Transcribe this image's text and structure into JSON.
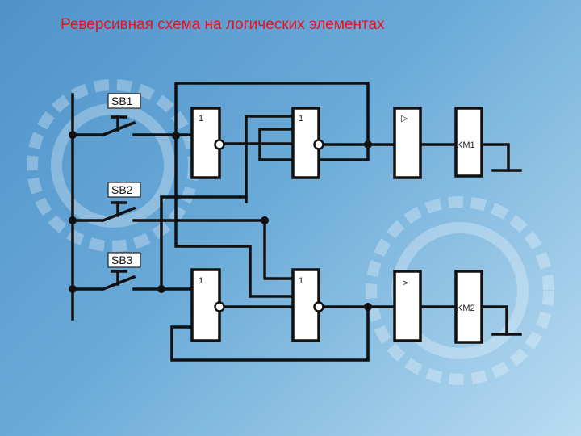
{
  "title": "Реверсивная схема на логических элементах",
  "diagram": {
    "buttons": [
      "SB1",
      "SB2",
      "SB3"
    ],
    "gates": [
      "1",
      "1",
      "1",
      "1"
    ],
    "amplifiers": [
      "▷",
      ">"
    ],
    "relays": [
      "KM1",
      "KM2"
    ]
  }
}
